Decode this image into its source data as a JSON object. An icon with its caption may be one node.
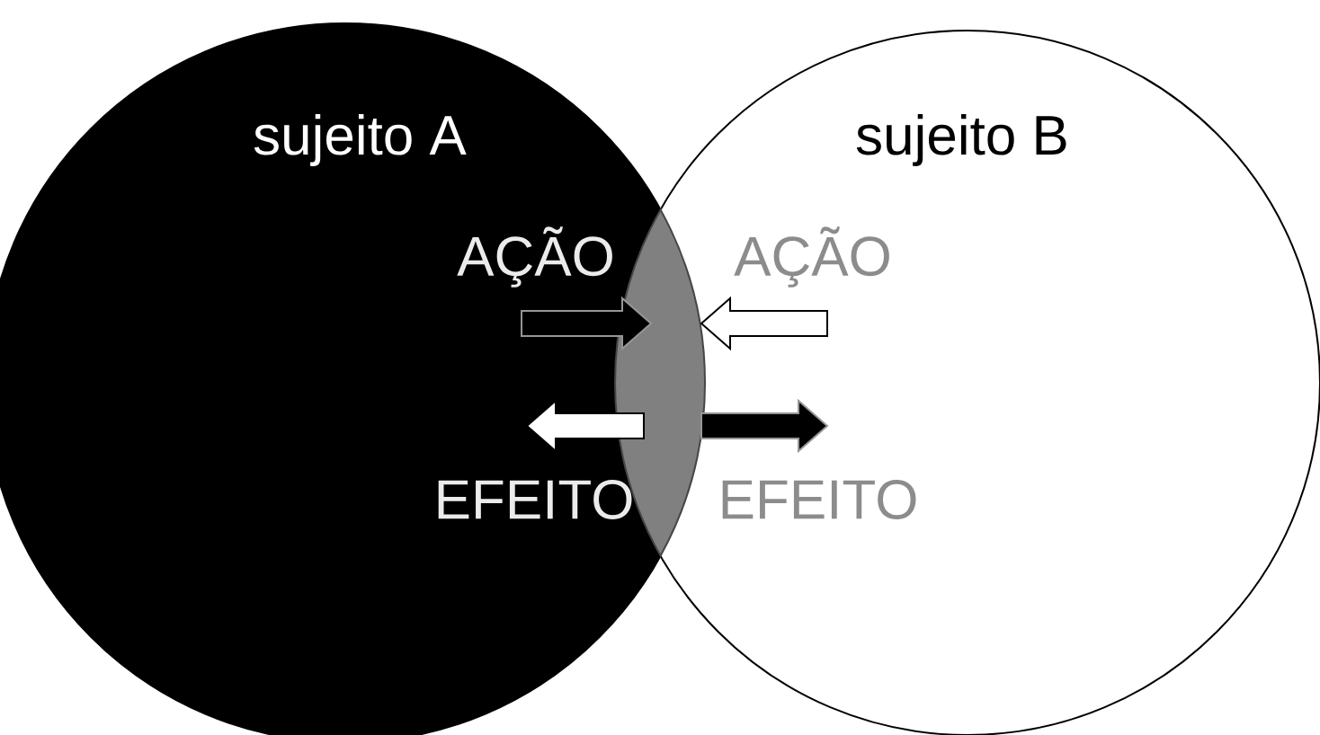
{
  "diagram": {
    "nodes": [
      {
        "text": [
          "sujeito A"
        ]
      },
      {
        "text": [
          "sujeito B"
        ]
      },
      {
        "text": [],
        "shape": "lens"
      }
    ],
    "edges": [
      {
        "from": null,
        "to": 2,
        "arrow": "to",
        "color": "#000000"
      },
      {
        "from": null,
        "to": 2,
        "arrow": "to",
        "color": "#ffffff"
      },
      {
        "from": 2,
        "to": null,
        "arrow": "to",
        "color": "#ffffff"
      },
      {
        "from": 2,
        "to": null,
        "arrow": "to",
        "color": "#000000"
      }
    ],
    "labels": [
      "AÇÃO",
      "AÇÃO",
      "EFEITO",
      "EFEITO"
    ]
  }
}
